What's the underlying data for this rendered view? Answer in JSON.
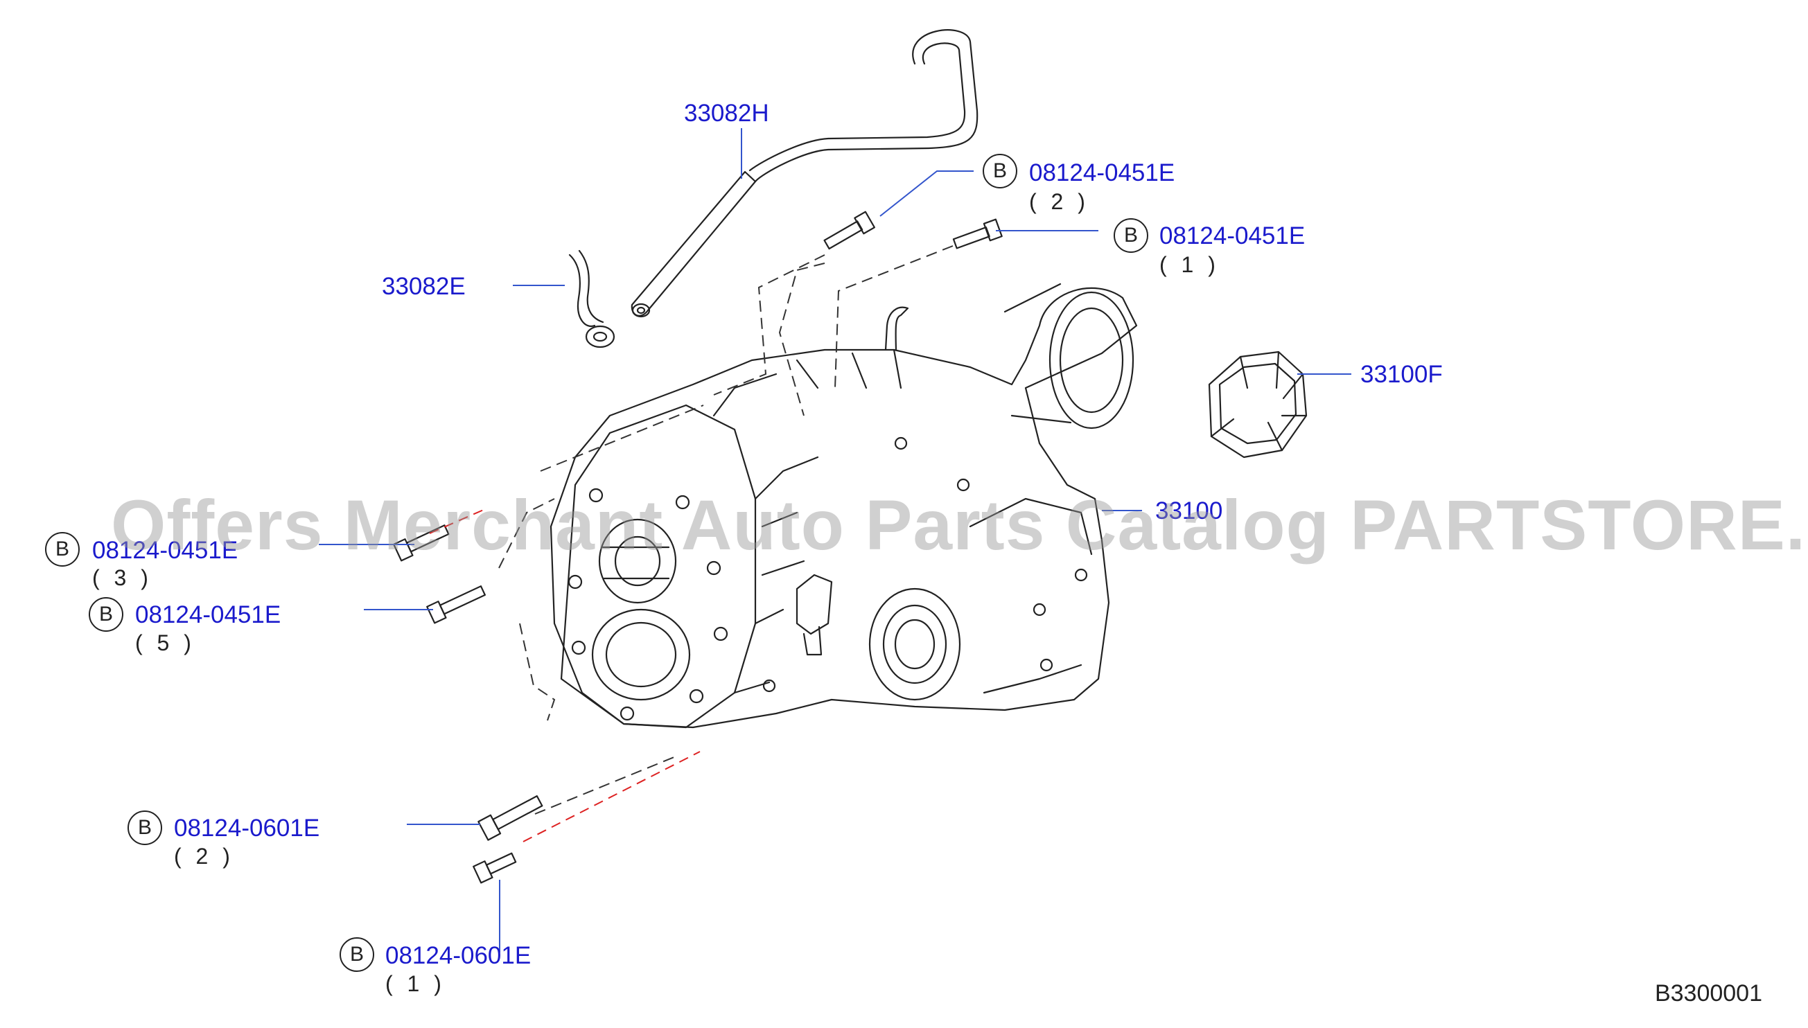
{
  "diagram_ref": "B3300001",
  "watermark": "Offers Merchant Auto Parts Catalog PARTSTORE.SA",
  "colors": {
    "link": "#1a1acc",
    "line": "#222222",
    "leader": "#3355cc",
    "dash_red": "#dd2222"
  },
  "parts": {
    "tube": {
      "number": "33082H"
    },
    "clip": {
      "number": "33082E"
    },
    "seal": {
      "number": "33100F"
    },
    "assembly": {
      "number": "33100"
    },
    "bolt_top_a": {
      "badge": "B",
      "number": "08124-0451E",
      "qty": "( 2 )"
    },
    "bolt_top_b": {
      "badge": "B",
      "number": "08124-0451E",
      "qty": "( 1 )"
    },
    "bolt_left_a": {
      "badge": "B",
      "number": "08124-0451E",
      "qty": "( 3 )"
    },
    "bolt_left_b": {
      "badge": "B",
      "number": "08124-0451E",
      "qty": "( 5 )"
    },
    "bolt_low_a": {
      "badge": "B",
      "number": "08124-0601E",
      "qty": "( 2 )"
    },
    "bolt_low_b": {
      "badge": "B",
      "number": "08124-0601E",
      "qty": "( 1 )"
    }
  }
}
